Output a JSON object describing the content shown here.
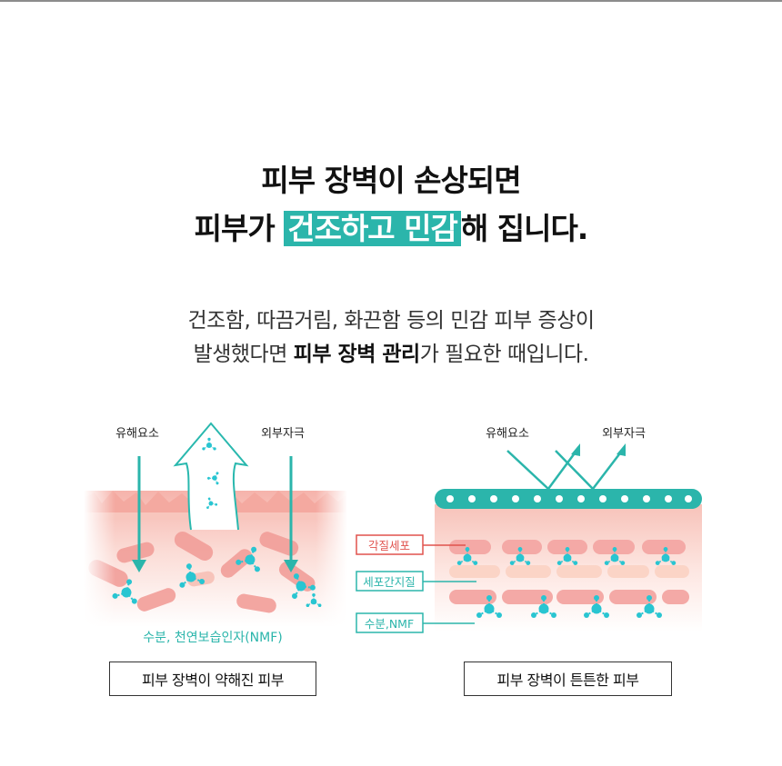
{
  "headline": {
    "line1": "피부 장벽이 손상되면",
    "line2_prefix": "피부가 ",
    "line2_highlight": "건조하고 민감",
    "line2_suffix": "해 집니다."
  },
  "description": {
    "line1": "건조함, 따끔거림, 화끈함 등의 민감 피부 증상이",
    "line2_prefix": "발생했다면 ",
    "line2_bold": "피부 장벽 관리",
    "line2_suffix": "가 필요한 때입니다."
  },
  "left_panel": {
    "label_harmful": "유해요소",
    "label_external": "외부자극",
    "label_moisture": "수분, 천연보습인자(NMF)",
    "caption": "피부 장벽이 약해진 피부"
  },
  "right_panel": {
    "label_harmful": "유해요소",
    "label_external": "외부자극",
    "legend_keratinocyte": "각질세포",
    "legend_lipid": "세포간지질",
    "legend_nmf": "수분,NMF",
    "caption": "피부 장벽이 튼튼한 피부"
  },
  "colors": {
    "teal": "#2bb5ab",
    "cyan_dot": "#29c5d1",
    "pink": "#f2a5a2",
    "legend_red": "#e0524d"
  }
}
